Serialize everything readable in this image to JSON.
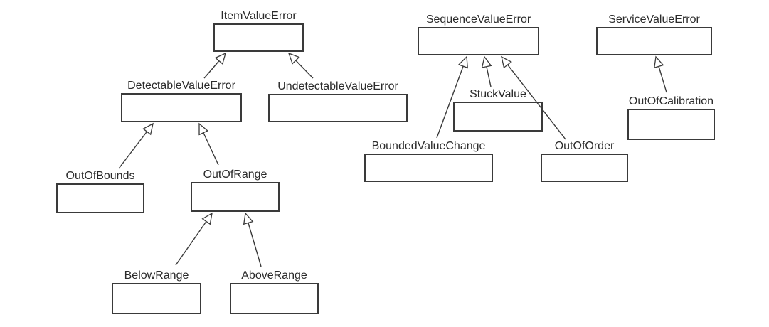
{
  "diagram": {
    "type": "uml-class-inheritance-hierarchy",
    "background_color": "#ffffff",
    "line_color": "#3a3a3a",
    "text_color": "#2b2b2b",
    "arrow_style": "hollow triangle pointing at superclass (generalization)",
    "nodes": [
      {
        "label": "ItemValueError"
      },
      {
        "label": "DetectableValueError"
      },
      {
        "label": "UndetectableValueError"
      },
      {
        "label": "OutOfBounds"
      },
      {
        "label": "OutOfRange"
      },
      {
        "label": "BelowRange"
      },
      {
        "label": "AboveRange"
      },
      {
        "label": "SequenceValueError"
      },
      {
        "label": "StuckValue"
      },
      {
        "label": "BoundedValueChange"
      },
      {
        "label": "OutOfOrder"
      },
      {
        "label": "ServiceValueError"
      },
      {
        "label": "OutOfCalibration"
      }
    ],
    "edges": [
      {
        "from": "DetectableValueError",
        "to": "ItemValueError"
      },
      {
        "from": "UndetectableValueError",
        "to": "ItemValueError"
      },
      {
        "from": "OutOfBounds",
        "to": "DetectableValueError"
      },
      {
        "from": "OutOfRange",
        "to": "DetectableValueError"
      },
      {
        "from": "BelowRange",
        "to": "OutOfRange"
      },
      {
        "from": "AboveRange",
        "to": "OutOfRange"
      },
      {
        "from": "BoundedValueChange",
        "to": "SequenceValueError"
      },
      {
        "from": "StuckValue",
        "to": "SequenceValueError"
      },
      {
        "from": "OutOfOrder",
        "to": "SequenceValueError"
      },
      {
        "from": "OutOfCalibration",
        "to": "ServiceValueError"
      }
    ]
  }
}
